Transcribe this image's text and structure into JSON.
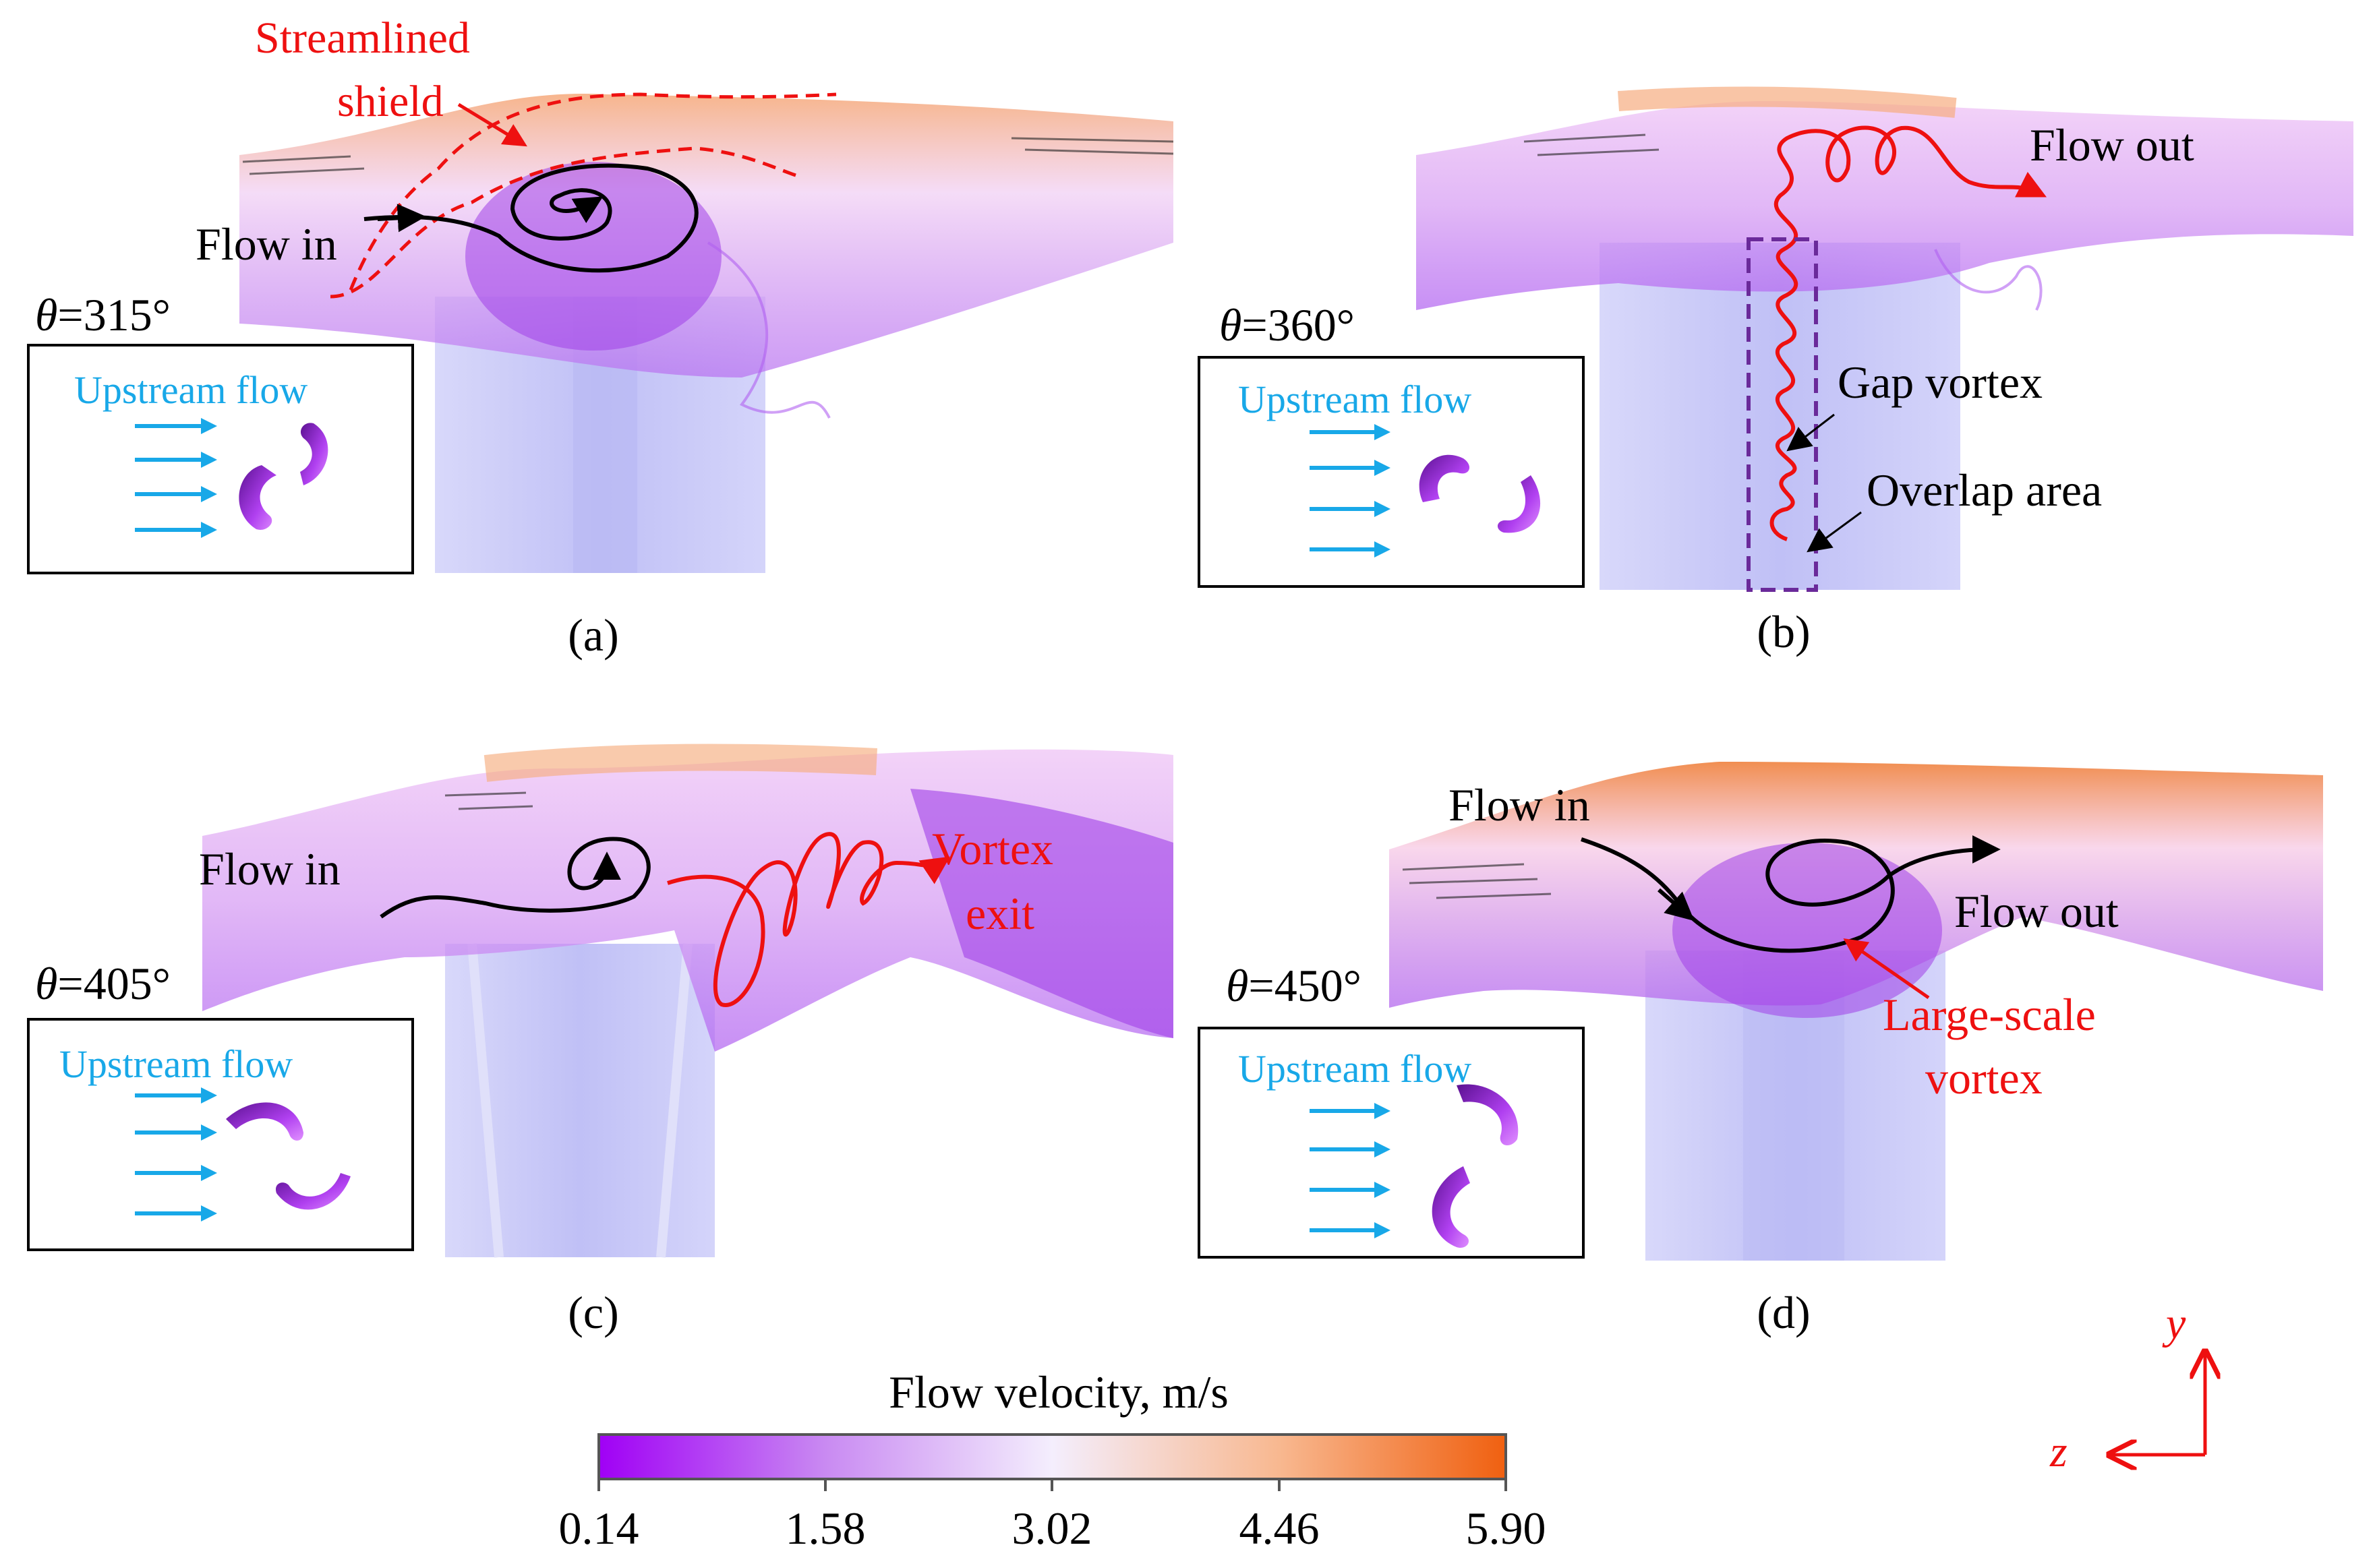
{
  "panels": [
    {
      "caption": "(a)",
      "theta_symbol": "θ",
      "theta_value": "=315°",
      "inset_label": "Upstream flow",
      "annotations": {
        "shield_l1": "Streamlined",
        "shield_l2": "shield",
        "flow_in": "Flow in"
      }
    },
    {
      "caption": "(b)",
      "theta_symbol": "θ",
      "theta_value": "=360°",
      "inset_label": "Upstream flow",
      "annotations": {
        "flow_out": "Flow out",
        "gap_vortex": "Gap vortex",
        "overlap_area": "Overlap area"
      }
    },
    {
      "caption": "(c)",
      "theta_symbol": "θ",
      "theta_value": "=405°",
      "inset_label": "Upstream flow",
      "annotations": {
        "flow_in": "Flow in",
        "vortex_l1": "Vortex",
        "vortex_l2": "exit"
      }
    },
    {
      "caption": "(d)",
      "theta_symbol": "θ",
      "theta_value": "=450°",
      "inset_label": "Upstream flow",
      "annotations": {
        "flow_in": "Flow in",
        "flow_out": "Flow out",
        "large_l1": "Large-scale",
        "large_l2": "vortex"
      }
    }
  ],
  "colorbar": {
    "title": "Flow velocity, m/s",
    "ticks": [
      "0.14",
      "1.58",
      "3.02",
      "4.46",
      "5.90"
    ],
    "colors": [
      "#a000f5",
      "#c98af2",
      "#f4eefd",
      "#f8b890",
      "#f06010"
    ]
  },
  "axes": {
    "y_label": "y",
    "z_label": "z"
  },
  "colors": {
    "annotation_red": "#ee1010",
    "inset_cyan": "#18a8e8",
    "rotor_tower": "#c8c8f8",
    "streamline_purple": "#b060f0",
    "streamline_orange": "#f6ad80"
  }
}
